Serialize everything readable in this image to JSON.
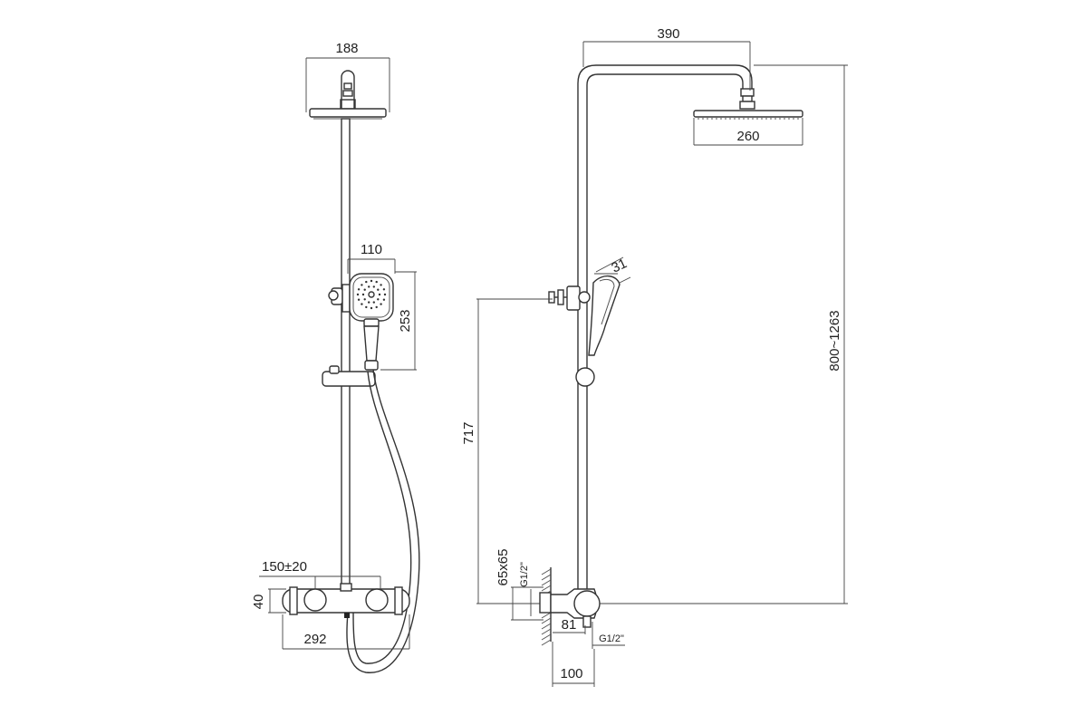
{
  "front_view": {
    "rain_width": "188",
    "hand_width": "110",
    "hand_height": "253",
    "inlet_spacing": "150±20",
    "mixer_height": "40",
    "mixer_width": "292"
  },
  "side_view": {
    "arm_reach": "390",
    "rain_diameter": "260",
    "hand_angle": "31",
    "height_range": "800~1263",
    "holder_height": "717",
    "flange_size": "65x65",
    "inlet_thread_vertical": "G1/2\"",
    "wall_offset": "81",
    "outlet_thread": "G1/2\"",
    "total_depth": "100"
  }
}
